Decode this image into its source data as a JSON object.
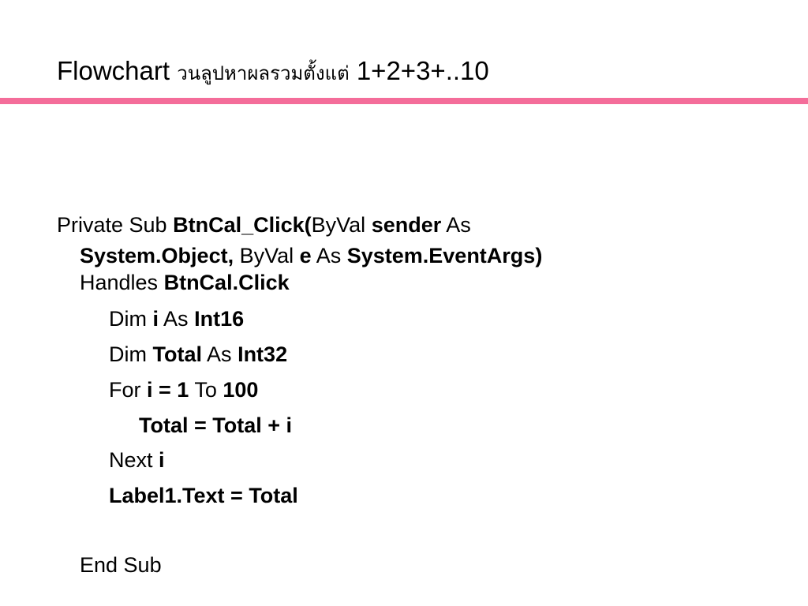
{
  "slide": {
    "title_prefix": "Flowchart",
    "title_thai": "วนลูปหาผลรวมตั้งแต่",
    "title_suffix": "1+2+3+..10",
    "rule_color": "#f46d9a"
  },
  "code": {
    "line1": {
      "kw_private_sub": "Private Sub",
      "proc_name": "BtnCal_Click(",
      "kw_byval": "ByVal",
      "param_sender": "sender",
      "kw_as": "As"
    },
    "line2": {
      "type_object": "System.Object,",
      "kw_byval": "ByVal",
      "param_e": "e",
      "kw_as": "As",
      "type_eventargs": "System.EventArgs)"
    },
    "line3": {
      "kw_handles": "Handles",
      "event_name": "BtnCal.Click"
    },
    "line4": {
      "kw_dim": "Dim",
      "var_i": "i",
      "kw_as": "As",
      "type_int16": "Int16"
    },
    "line5": {
      "kw_dim": "Dim",
      "var_total": "Total",
      "kw_as": "As",
      "type_int32": "Int32"
    },
    "line6": {
      "kw_for": "For",
      "init": "i = 1",
      "kw_to": "To",
      "limit": "100"
    },
    "line7": {
      "statement": "Total = Total + i"
    },
    "line8": {
      "kw_next": "Next",
      "var_i": "i"
    },
    "line9": {
      "statement": "Label1.Text = Total"
    },
    "line10": {
      "kw_end_sub": "End Sub"
    }
  }
}
